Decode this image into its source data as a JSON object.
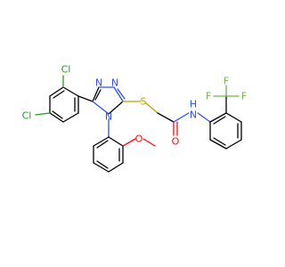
{
  "structure": {
    "atom_labels": {
      "cl_top": "Cl",
      "cl_left": "Cl",
      "n_ring_a": "N",
      "n_ring_b": "N",
      "n_ring_c": "N",
      "s_thio": "S",
      "o_carbonyl": "O",
      "nh_n": "N",
      "nh_h": "H",
      "o_methoxy": "O",
      "f_1": "F",
      "f_2": "F",
      "f_3": "F"
    },
    "colors": {
      "carbon": "#000000",
      "nitrogen": "#3050f8",
      "chlorine": "#1fa01f",
      "oxygen": "#ff0d0d",
      "sulfur": "#b9a000",
      "fluorine": "#6fb34f"
    }
  }
}
